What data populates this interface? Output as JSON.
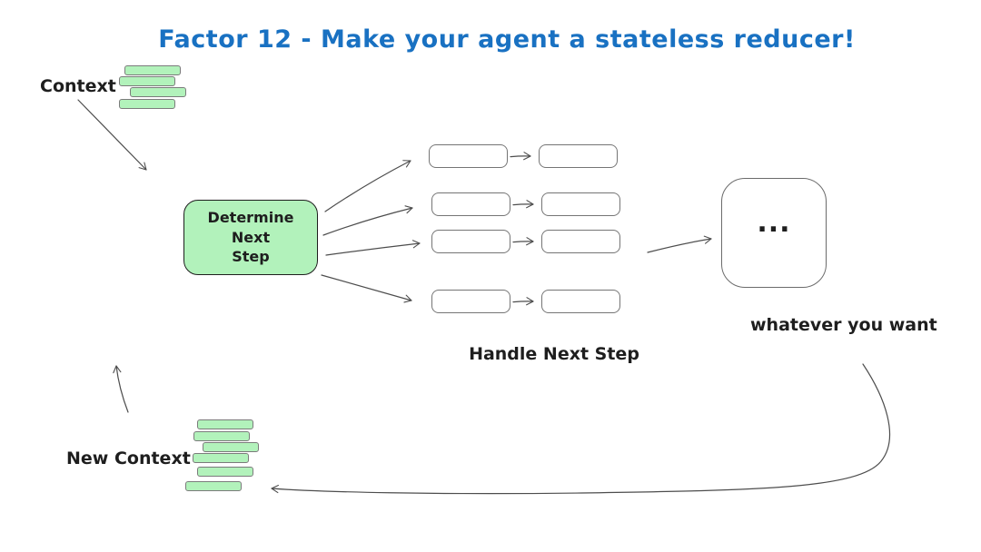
{
  "title": {
    "text": "Factor 12 - Make your agent a stateless reducer!",
    "color": "#1971c2"
  },
  "nodes": {
    "context": {
      "label": "Context",
      "icon": "stacked-rectangles-icon"
    },
    "determine_next_step": {
      "lines": [
        "Determine",
        "Next",
        "Step"
      ],
      "fill": "#b2f2bb"
    },
    "handle_next_step": {
      "label": "Handle Next Step",
      "pair_count": 4
    },
    "output": {
      "text": "...",
      "caption": "whatever you want"
    },
    "new_context": {
      "label": "New Context",
      "icon": "stacked-rectangles-icon"
    }
  },
  "colors": {
    "accent_green": "#b2f2bb",
    "title_blue": "#1971c2",
    "arrow_stroke": "#4d4d4d",
    "dark_border": "#1e1e1e",
    "light_border": "#7b7b7b"
  }
}
